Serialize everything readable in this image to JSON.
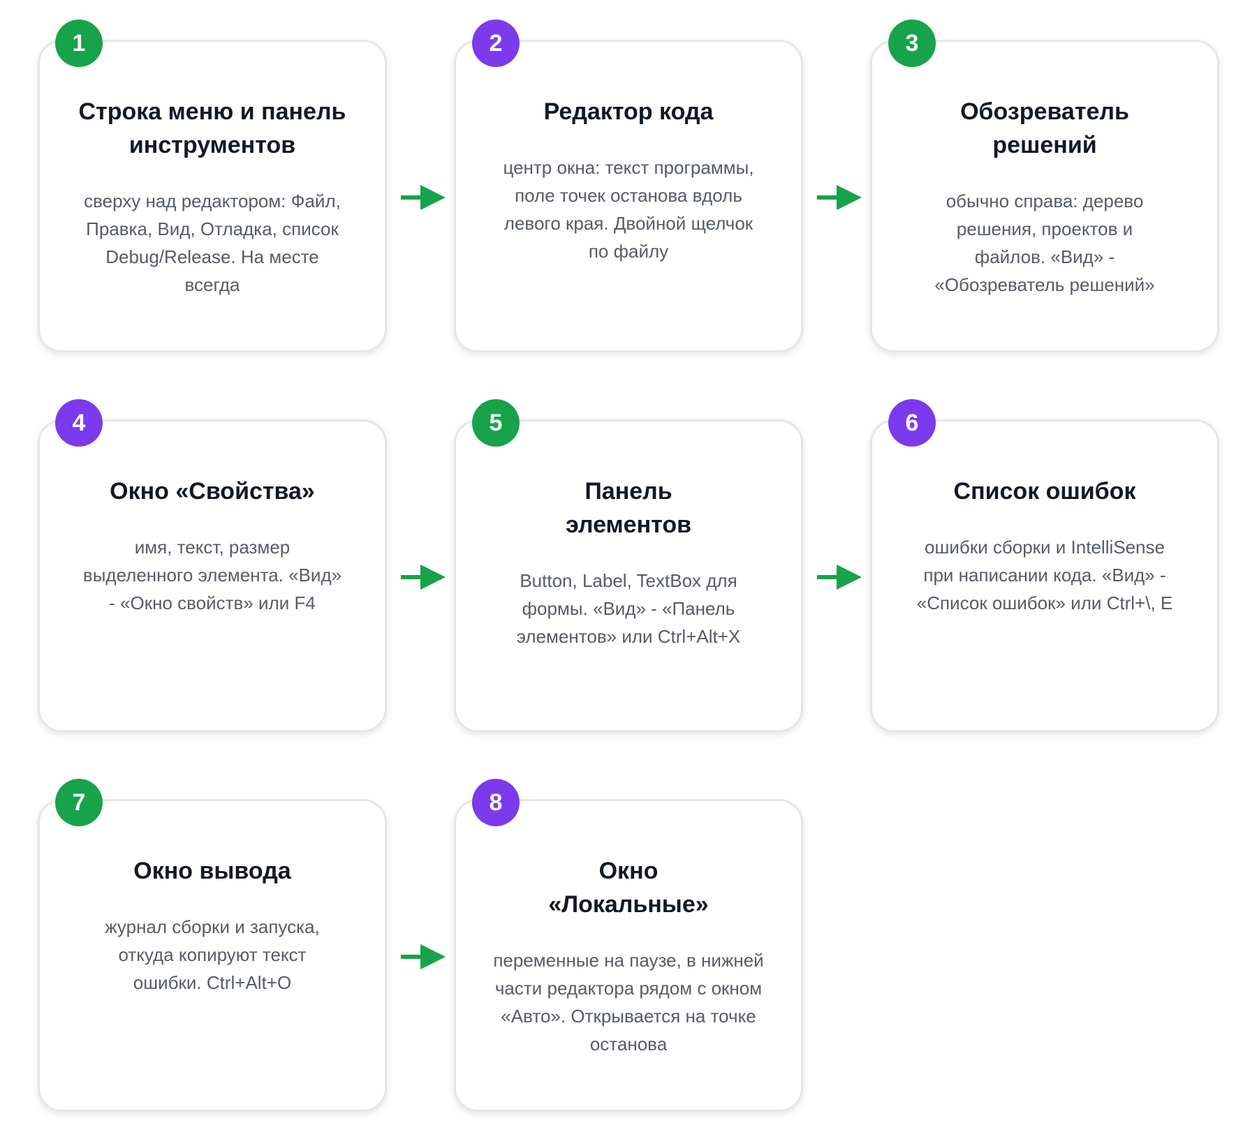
{
  "colors": {
    "green": "#16a34a",
    "purple": "#7c3aed",
    "arrow": "#16a34a",
    "title": "#111827",
    "text": "#555c66"
  },
  "steps": [
    {
      "number": "1",
      "badge_color": "green",
      "title": "Строка меню и панель инструментов",
      "description": "сверху над редактором: Файл, Правка, Вид, Отладка, список Debug/Release. На месте всегда"
    },
    {
      "number": "2",
      "badge_color": "purple",
      "title": "Редактор кода",
      "description": "центр окна: текст программы, поле точек останова вдоль левого края. Двойной щелчок по файлу"
    },
    {
      "number": "3",
      "badge_color": "green",
      "title": "Обозреватель решений",
      "description": "обычно справа: дерево решения, проектов и файлов. «Вид» - «Обозреватель решений»"
    },
    {
      "number": "4",
      "badge_color": "purple",
      "title": "Окно «Свойства»",
      "description": "имя, текст, размер выделенного элемента. «Вид» - «Окно свойств» или F4"
    },
    {
      "number": "5",
      "badge_color": "green",
      "title": "Панель элементов",
      "description": "Button, Label, TextBox для формы. «Вид» - «Панель элементов» или Ctrl+Alt+X"
    },
    {
      "number": "6",
      "badge_color": "purple",
      "title": "Список ошибок",
      "description": "ошибки сборки и IntelliSense при написании кода. «Вид» - «Список ошибок» или Ctrl+\\, E"
    },
    {
      "number": "7",
      "badge_color": "green",
      "title": "Окно вывода",
      "description": "журнал сборки и запуска, откуда копируют текст ошибки. Ctrl+Alt+O"
    },
    {
      "number": "8",
      "badge_color": "purple",
      "title": "Окно «Локальные»",
      "description": "переменные на паузе, в нижней части редактора рядом с окном «Авто». Открывается на точке останова"
    }
  ]
}
